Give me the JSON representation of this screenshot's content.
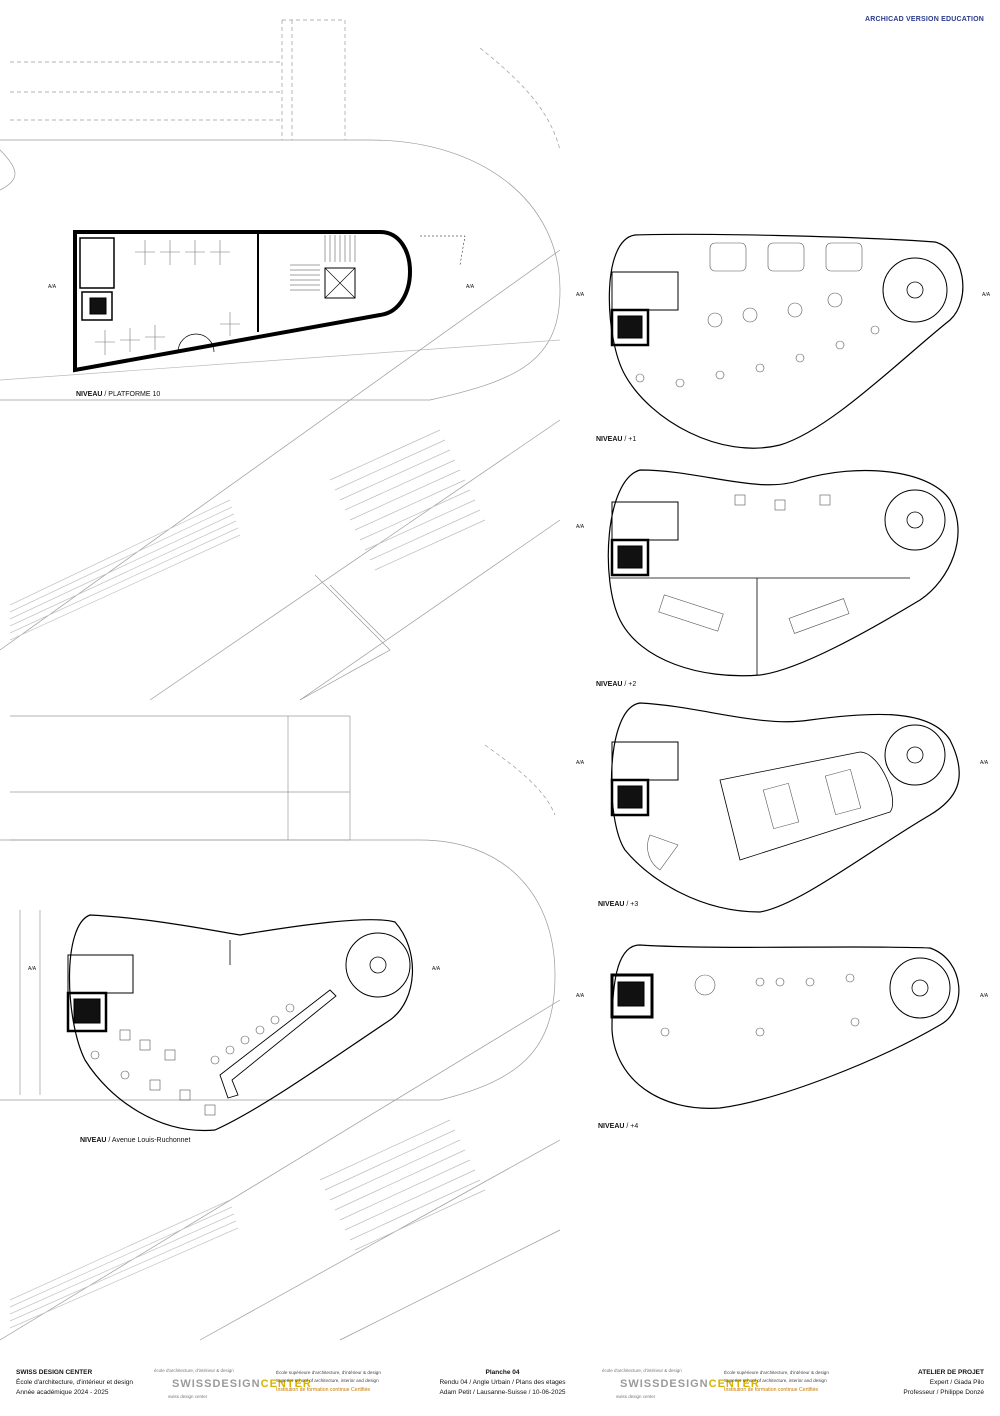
{
  "watermark": "ARCHICAD VERSION EDUCATION",
  "plans": {
    "platforme": {
      "level_word": "NIVEAU",
      "level_name": " / PLATFORME 10"
    },
    "ground": {
      "level_word": "NIVEAU",
      "level_name": " / Avenue Louis-Ruchonnet"
    },
    "n1": {
      "level_word": "NIVEAU",
      "level_name": " / +1"
    },
    "n2": {
      "level_word": "NIVEAU",
      "level_name": " / +2"
    },
    "n3": {
      "level_word": "NIVEAU",
      "level_name": " / +3"
    },
    "n4": {
      "level_word": "NIVEAU",
      "level_name": " / +4"
    },
    "section_mark": "A/A"
  },
  "footer": {
    "left": {
      "title": "SWISS DESIGN CENTER",
      "line1": "École d'architecture, d'intérieur et design",
      "line2": "Année académique  2024 - 2025"
    },
    "logo": {
      "top": "école d'architecture, d'intérieur & design",
      "word_a": "SWISSDESIGN",
      "word_b": "CENTER",
      "sub": "swiss design center",
      "fr": "École supérieure d'architecture, d'intérieur & design",
      "en": "Superior school of architecture, interior and design",
      "cert": "Institution de formation continue Certifiée"
    },
    "center": {
      "title": "Planche  04",
      "line1": "Rendu 04  /   Angle Urbain   /  Plans des etages",
      "line2": "Adam Petit / Lausanne-Suisse / 10-06-2025"
    },
    "right": {
      "title": "ATELIER DE PROJET",
      "line1": "Expert / Giada Pilo",
      "line2": "Professeur / Philippe Donzé"
    }
  }
}
